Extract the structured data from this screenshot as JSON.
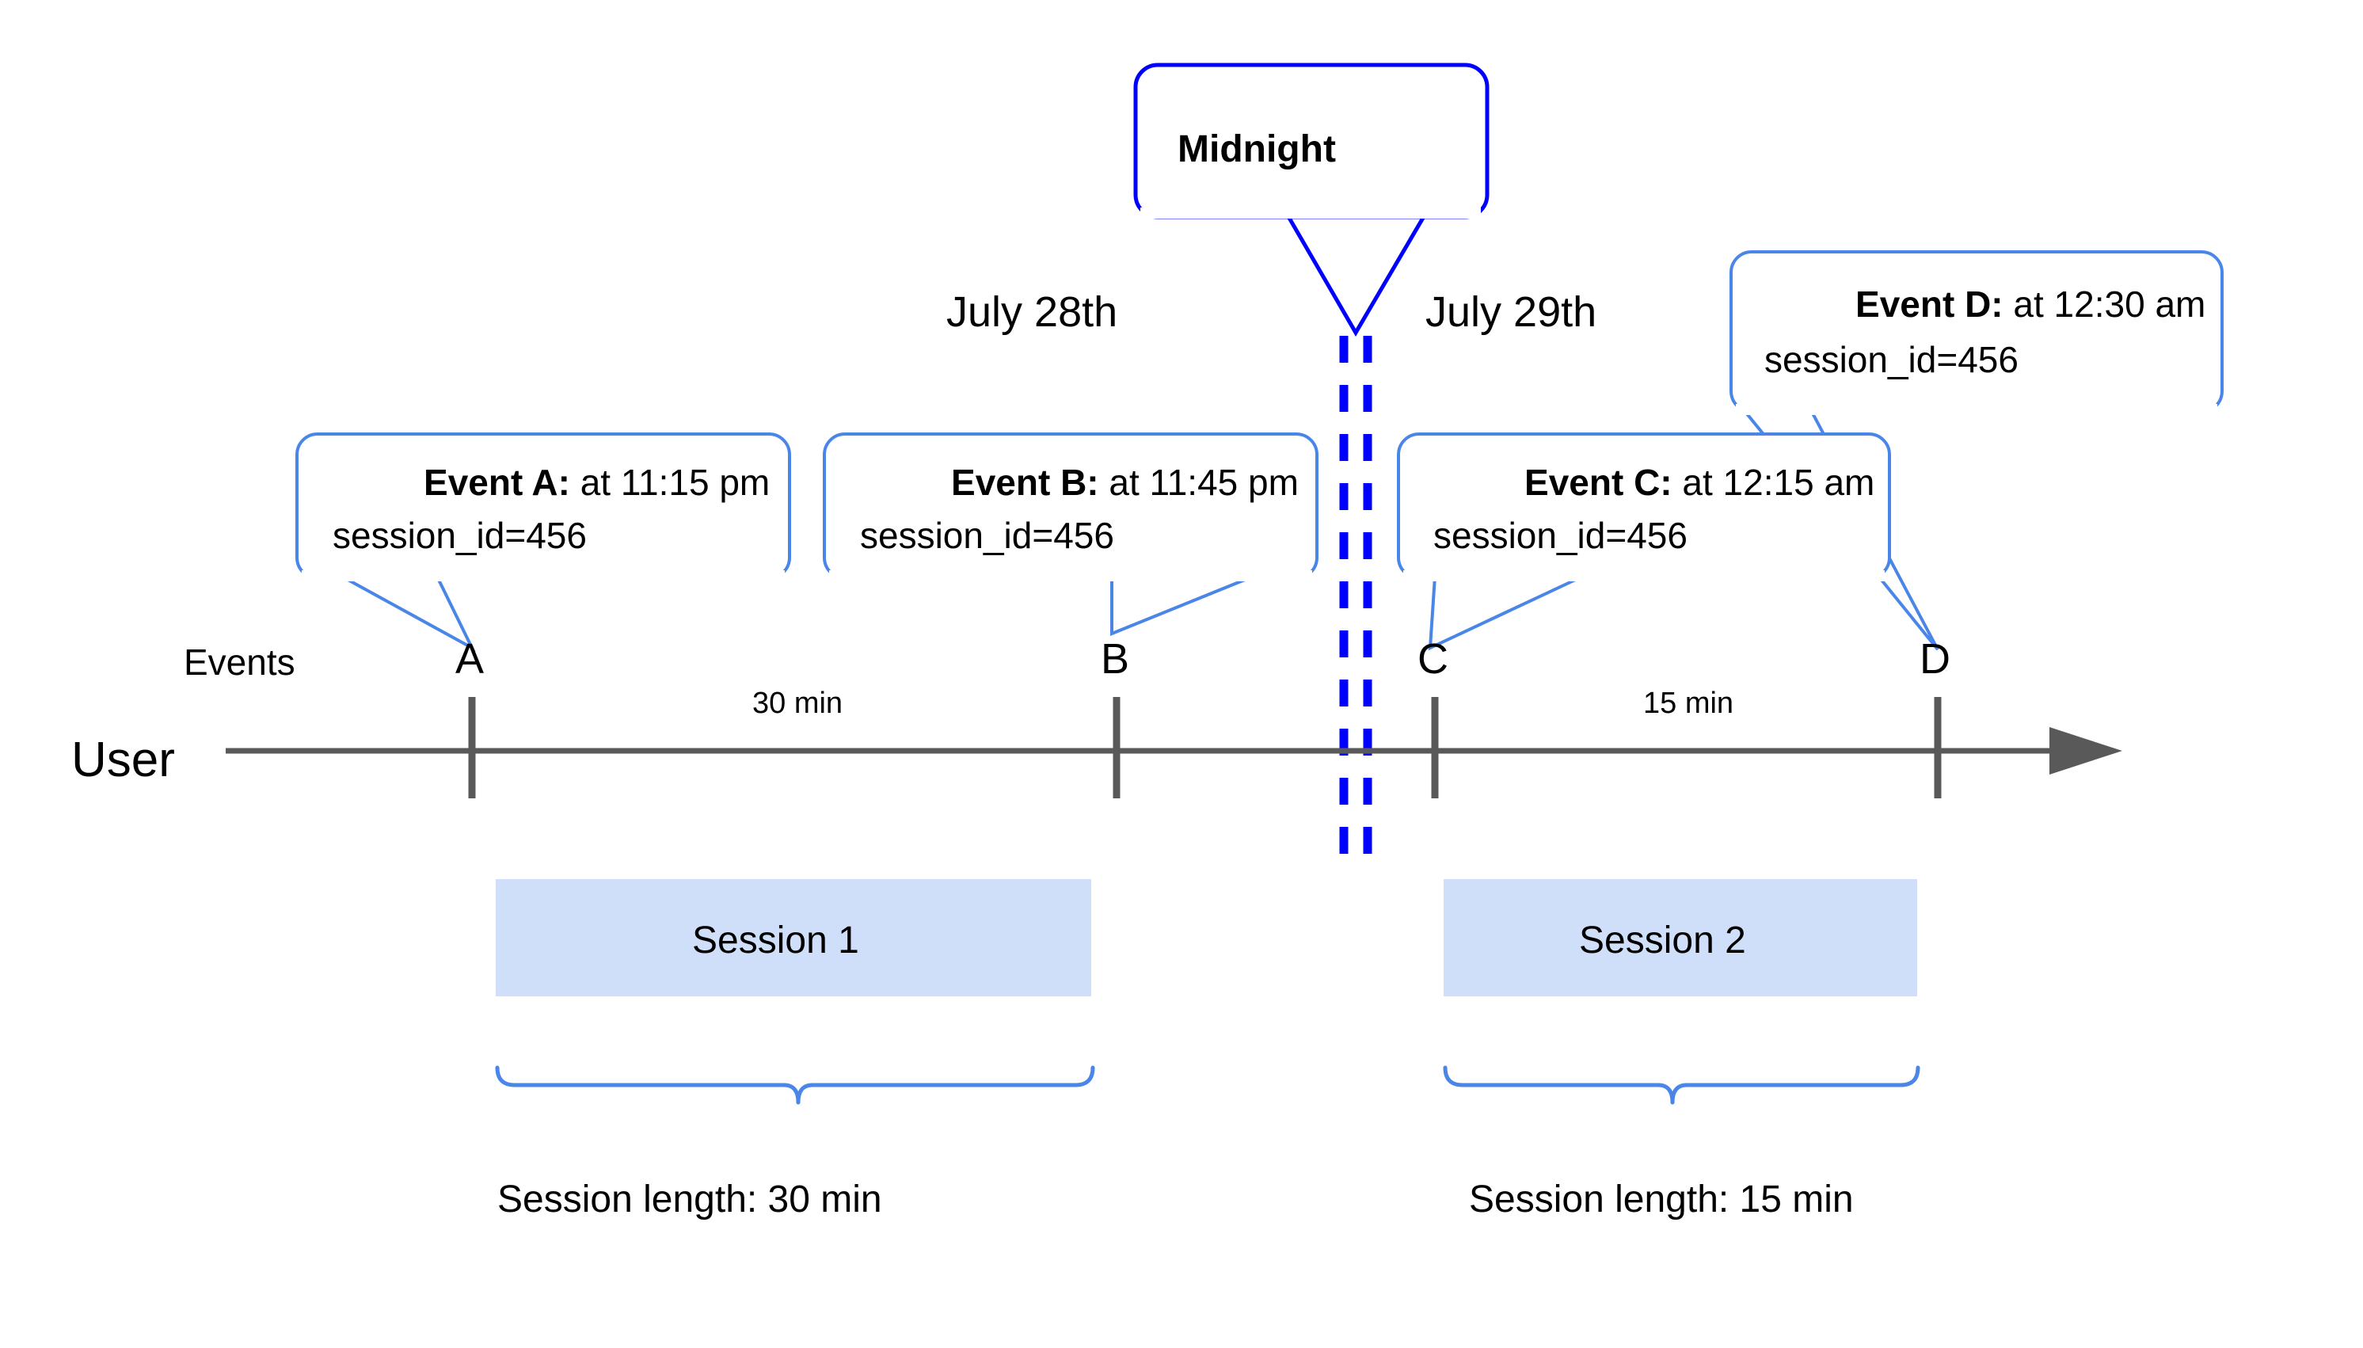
{
  "diagram": {
    "title_note": "Midnight",
    "lanes": {
      "user_label": "User",
      "events_label": "Events"
    },
    "dates": [
      {
        "label": "July 28th"
      },
      {
        "label": "July 29th"
      }
    ],
    "midnight": {
      "label": "Midnight",
      "border_color": "#0000ff"
    },
    "markers": [
      {
        "id": "A",
        "label": "A"
      },
      {
        "id": "B",
        "label": "B"
      },
      {
        "id": "C",
        "label": "C"
      },
      {
        "id": "D",
        "label": "D"
      }
    ],
    "gaps": [
      {
        "label": "30 min"
      },
      {
        "label": "15 min"
      }
    ],
    "callouts": [
      {
        "id": "A",
        "title": "Event A:",
        "time": " at 11:15 pm",
        "detail": "session_id=456"
      },
      {
        "id": "B",
        "title": "Event B:",
        "time": " at 11:45 pm",
        "detail": "session_id=456"
      },
      {
        "id": "C",
        "title": "Event C:",
        "time": " at 12:15 am",
        "detail": "session_id=456"
      },
      {
        "id": "D",
        "title": "Event D:",
        "time": " at 12:30 am",
        "detail": "session_id=456"
      }
    ],
    "sessions": [
      {
        "name": "Session 1",
        "length_label": "Session length: 30 min"
      },
      {
        "name": "Session 2",
        "length_label": "Session length: 15 min"
      }
    ],
    "colors": {
      "callout_border": "#4a86e8",
      "midnight_border": "#0000ff",
      "session_fill": "#cfdffa",
      "axis": "#595959",
      "text": "#000000"
    }
  }
}
